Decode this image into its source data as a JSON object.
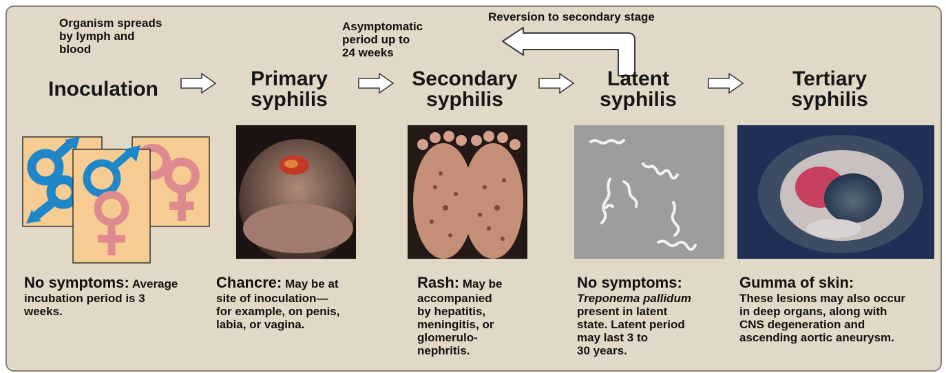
{
  "notes": {
    "spread": [
      "Organism spreads",
      "by lymph and",
      "blood"
    ],
    "asymptomatic": [
      "Asymptomatic",
      "period up to",
      "24 weeks"
    ],
    "reversion": "Reversion to secondary stage"
  },
  "stages": {
    "inoculation": [
      "Inoculation"
    ],
    "primary": [
      "Primary",
      "syphilis"
    ],
    "secondary": [
      "Secondary",
      "syphilis"
    ],
    "latent": [
      "Latent",
      "syphilis"
    ],
    "tertiary": [
      "Tertiary",
      "syphilis"
    ]
  },
  "captions": {
    "inoculation": {
      "lead": "No symptoms:",
      "body": [
        " Average",
        "incubation period is 3",
        "weeks."
      ]
    },
    "primary": {
      "lead": "Chancre:",
      "body": [
        " May be at",
        "site of inoculation—",
        "for example, on penis,",
        "labia, or vagina."
      ]
    },
    "secondary": {
      "lead": "Rash:",
      "body": [
        " May be",
        "accompanied",
        "by hepatitis,",
        "meningitis, or",
        "glomerulo-",
        "nephritis."
      ]
    },
    "latent": {
      "lead": "No symptoms:",
      "italic": "Treponema pallidum",
      "body": [
        "present in latent",
        "state. Latent period",
        "may last 3 to",
        "30 years."
      ]
    },
    "tertiary": {
      "lead": "Gumma of skin:",
      "body": [
        "These lesions may also occur",
        "in deep organs, along with",
        "CNS degeneration and",
        "ascending aortic aneurysm."
      ]
    }
  },
  "icons": [
    "male-symbol-icon",
    "female-symbol-icon",
    "right-arrow-icon",
    "return-arrow-icon"
  ],
  "colors": {
    "panel": "#e2d8c7",
    "male": "#1f87c8",
    "female": "#df8a8e",
    "card": "#f7cc93"
  }
}
